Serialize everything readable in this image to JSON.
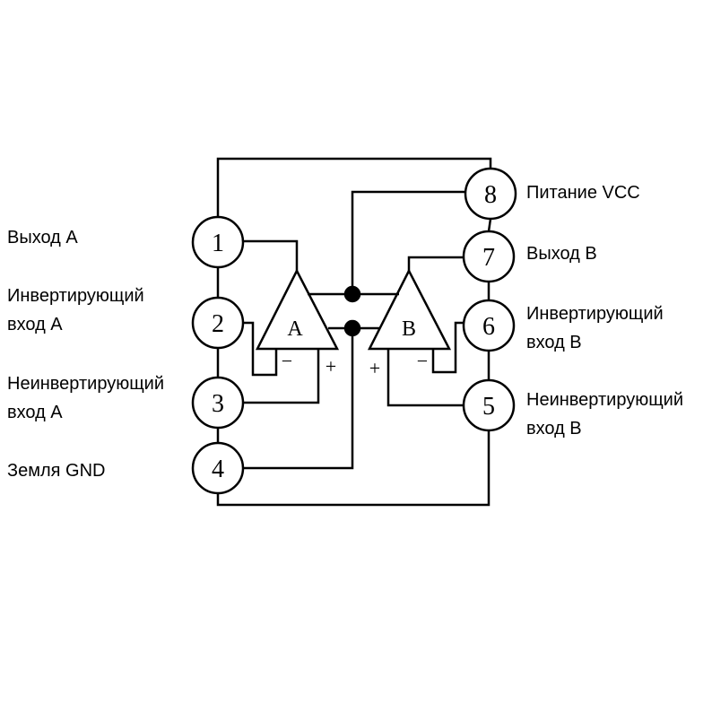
{
  "pins": [
    {
      "number": "1",
      "label_lines": [
        "Выход А"
      ]
    },
    {
      "number": "2",
      "label_lines": [
        "Инвертирующий",
        "вход А"
      ]
    },
    {
      "number": "3",
      "label_lines": [
        "Неинвертирующий",
        "вход А"
      ]
    },
    {
      "number": "4",
      "label_lines": [
        "Земля GND"
      ]
    },
    {
      "number": "5",
      "label_lines": [
        "Неинвертирующий",
        "вход В"
      ]
    },
    {
      "number": "6",
      "label_lines": [
        "Инвертирующий",
        "вход В"
      ]
    },
    {
      "number": "7",
      "label_lines": [
        "Выход В"
      ]
    },
    {
      "number": "8",
      "label_lines": [
        "Питание VCC"
      ]
    }
  ],
  "amplifiers": {
    "a": "A",
    "b": "B"
  },
  "signs": {
    "minus": "−",
    "plus": "+"
  }
}
